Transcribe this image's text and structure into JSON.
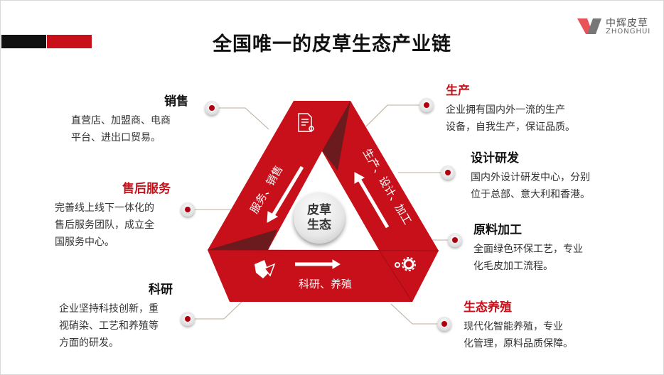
{
  "title": "全国唯一的皮草生态产业链",
  "logo": {
    "cn": "中辉皮草",
    "en": "ZHONGHUI"
  },
  "center": {
    "line1": "皮草",
    "line2": "生态"
  },
  "bands": {
    "left": "服务、销售",
    "right": "生产、设计、加工",
    "bottom": "科研、养殖"
  },
  "left_items": [
    {
      "title": "销售",
      "lines": [
        "直营店、加盟商、电商",
        "平台、进出口贸易。"
      ]
    },
    {
      "title": "售后服务",
      "lines": [
        "完善线上线下一体化的",
        "售后服务团队，成立全",
        "国服务中心。"
      ]
    },
    {
      "title": "科研",
      "lines": [
        "企业坚持科技创新，重",
        "视硝染、工艺和养殖等",
        "方面的研发。"
      ]
    }
  ],
  "right_items": [
    {
      "title": "生产",
      "lines": [
        "企业拥有国内外一流的生产",
        "设备，自我生产，保证品质。"
      ]
    },
    {
      "title": "设计研发",
      "lines": [
        "国内外设计研发中心，分别",
        "位于总部、意大利和香港。"
      ]
    },
    {
      "title": "原料加工",
      "lines": [
        "全面绿色环保工艺，专业",
        "化毛皮加工流程。"
      ]
    },
    {
      "title": "生态养殖",
      "lines": [
        "现代化智能养殖，专业",
        "化管理，原料品质保障。"
      ]
    }
  ],
  "colors": {
    "accent": "#c8101a",
    "dark": "#6b1a1e"
  }
}
